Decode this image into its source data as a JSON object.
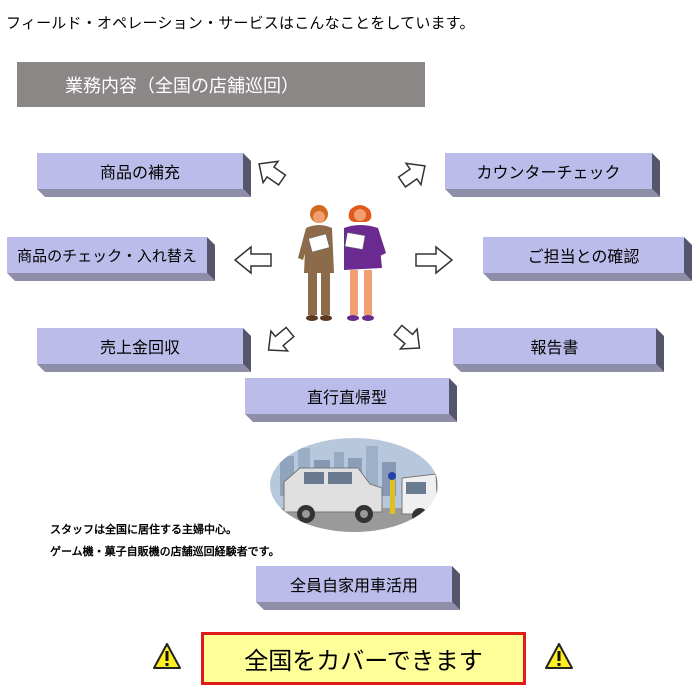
{
  "intro_text": "フィールド・オペレーション・サービスはこんなことをしています。",
  "header": {
    "title": "業務内容（全国の店舗巡回）"
  },
  "tasks": {
    "restock": "商品の補充",
    "counter_check": "カウンターチェック",
    "swap": "商品のチェック・入れ替え",
    "confirm": "ご担当との確認",
    "collect": "売上金回収",
    "report": "報告書",
    "direct": "直行直帰型"
  },
  "notes": {
    "line1": "スタッフは全国に居住する主婦中心。",
    "line2": "ゲーム機・菓子自販機の店舗巡回経験者です。"
  },
  "vehicle_box": "全員自家用車活用",
  "banner": "全国をカバーできます",
  "icons": {
    "warning_left": "warning-icon",
    "warning_right": "warning-icon",
    "people": "two-women-illustration",
    "cars": "car-truck-illustration"
  }
}
